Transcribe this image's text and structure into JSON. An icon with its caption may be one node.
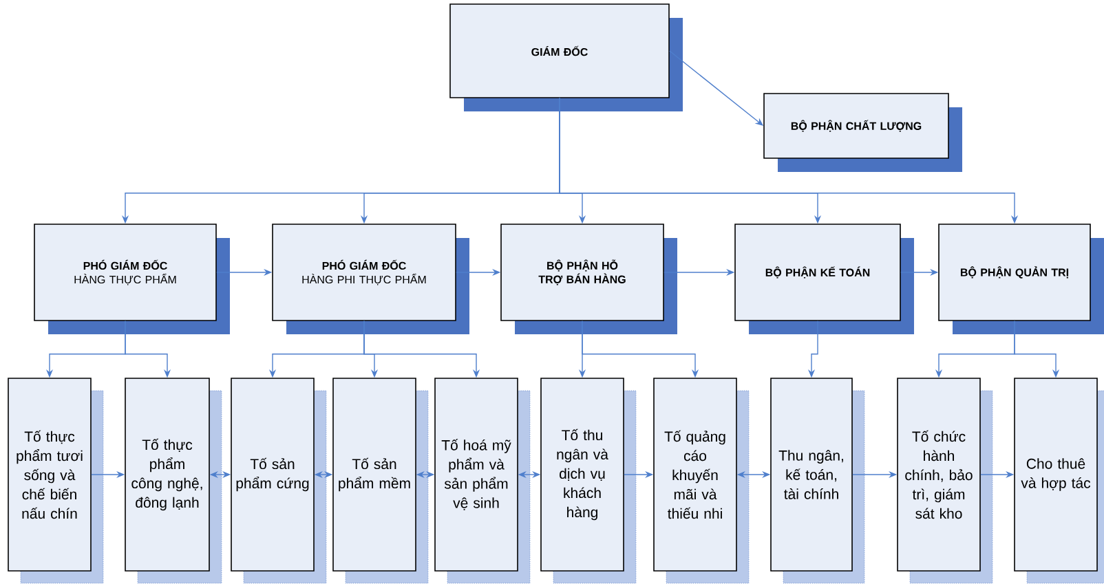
{
  "diagram": {
    "nodes": [
      {
        "text": [
          "GIÁM ĐỐC"
        ]
      },
      {
        "text": [
          "BỘ PHẬN CHẤT LƯỢNG"
        ]
      },
      {
        "text": [
          "PHÓ GIÁM ĐỐC",
          "HÀNG THỰC PHẨM"
        ]
      },
      {
        "text": [
          "PHÓ GIÁM ĐỐC",
          "HÀNG PHI THỰC PHẨM"
        ]
      },
      {
        "text": [
          "BỘ PHẬN HỖ TRỢ BÁN HÀNG"
        ]
      },
      {
        "text": [
          "BỘ PHẬN KẾ TOÁN"
        ]
      },
      {
        "text": [
          "BỘ PHẬN QUẢN TRỊ"
        ]
      },
      {
        "text": [
          "Tố thực phẩm tươi sống và chế biến nấu chín"
        ]
      },
      {
        "text": [
          "Tố thực phẩm công nghệ, đông lạnh"
        ]
      },
      {
        "text": [
          "Tố sản phẩm cứng"
        ]
      },
      {
        "text": [
          "Tố sản phẩm mềm"
        ]
      },
      {
        "text": [
          "Tố hoá mỹ phẩm và sản phẩm vệ sinh"
        ]
      },
      {
        "text": [
          "Tố thu ngân và dịch vụ khách hàng"
        ]
      },
      {
        "text": [
          "Tố quảng cáo khuyến mãi và thiếu nhi"
        ]
      },
      {
        "text": [
          "Thu ngân, kế toán, tài chính"
        ]
      },
      {
        "text": [
          "Tố chức hành chính, bảo trì, giám sát kho"
        ]
      },
      {
        "text": [
          "Cho thuê và hợp tác"
        ]
      }
    ],
    "edges": [
      {
        "from": 0,
        "to": 1,
        "arrow": "to"
      },
      {
        "from": 0,
        "to": 2,
        "arrow": "to"
      },
      {
        "from": 0,
        "to": 3,
        "arrow": "to"
      },
      {
        "from": 0,
        "to": 4,
        "arrow": "to"
      },
      {
        "from": 0,
        "to": 5,
        "arrow": "to"
      },
      {
        "from": 0,
        "to": 6,
        "arrow": "to"
      },
      {
        "from": 2,
        "to": 3,
        "arrow": "to"
      },
      {
        "from": 3,
        "to": 4,
        "arrow": "to"
      },
      {
        "from": 4,
        "to": 5,
        "arrow": "to"
      },
      {
        "from": 5,
        "to": 6,
        "arrow": "to"
      },
      {
        "from": 2,
        "to": 7,
        "arrow": "to"
      },
      {
        "from": 2,
        "to": 8,
        "arrow": "to"
      },
      {
        "from": 3,
        "to": 9,
        "arrow": "to"
      },
      {
        "from": 3,
        "to": 10,
        "arrow": "to"
      },
      {
        "from": 3,
        "to": 11,
        "arrow": "to"
      },
      {
        "from": 4,
        "to": 12,
        "arrow": "to"
      },
      {
        "from": 4,
        "to": 13,
        "arrow": "to"
      },
      {
        "from": 5,
        "to": 14,
        "arrow": "to"
      },
      {
        "from": 6,
        "to": 15,
        "arrow": "to"
      },
      {
        "from": 6,
        "to": 16,
        "arrow": "to"
      },
      {
        "from": 7,
        "to": 8,
        "arrow": "to"
      },
      {
        "from": 8,
        "to": 9,
        "arrow": "both"
      },
      {
        "from": 9,
        "to": 10,
        "arrow": "both"
      },
      {
        "from": 10,
        "to": 11,
        "arrow": "both"
      },
      {
        "from": 11,
        "to": 12,
        "arrow": "both"
      },
      {
        "from": 12,
        "to": 13,
        "arrow": "to"
      },
      {
        "from": 13,
        "to": 14,
        "arrow": "both"
      },
      {
        "from": 14,
        "to": 15,
        "arrow": "to"
      },
      {
        "from": 15,
        "to": 16,
        "arrow": "to"
      }
    ]
  }
}
